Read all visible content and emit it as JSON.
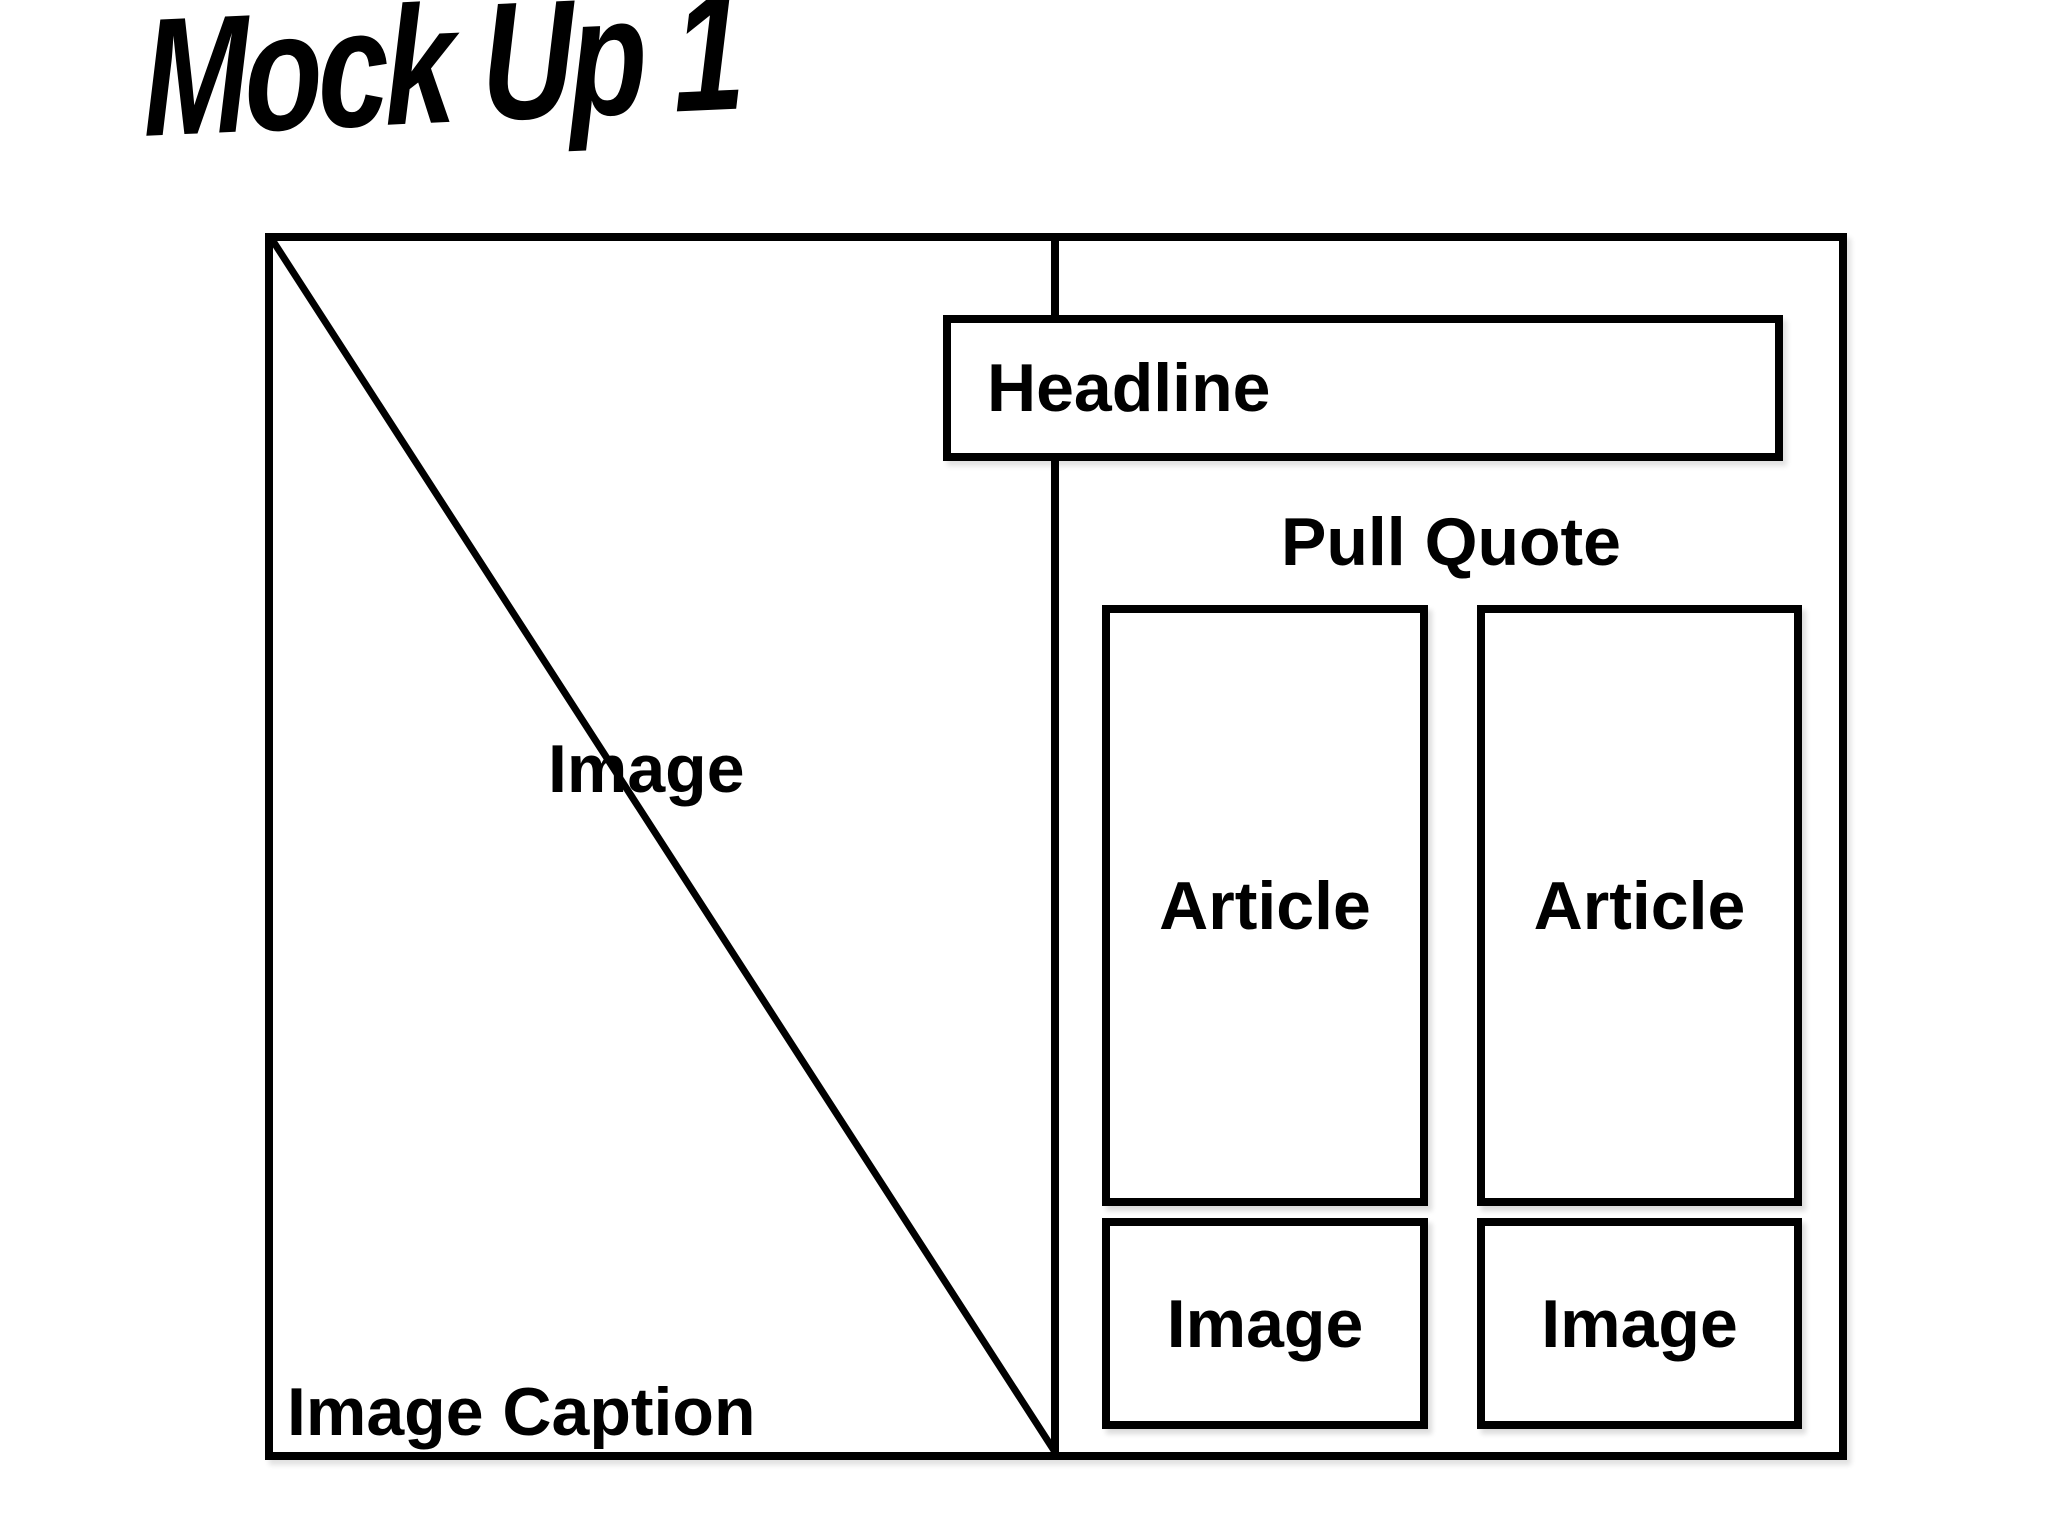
{
  "page": {
    "title": "Mock Up 1",
    "ink": "#000000",
    "background": "#ffffff"
  },
  "wireframe": {
    "left_panel": {
      "image_label": "Image",
      "caption": "Image Caption"
    },
    "right_panel": {
      "headline_label": "Headline",
      "pull_quote_label": "Pull Quote",
      "columns": [
        {
          "article_label": "Article",
          "image_label": "Image"
        },
        {
          "article_label": "Article",
          "image_label": "Image"
        }
      ]
    }
  }
}
